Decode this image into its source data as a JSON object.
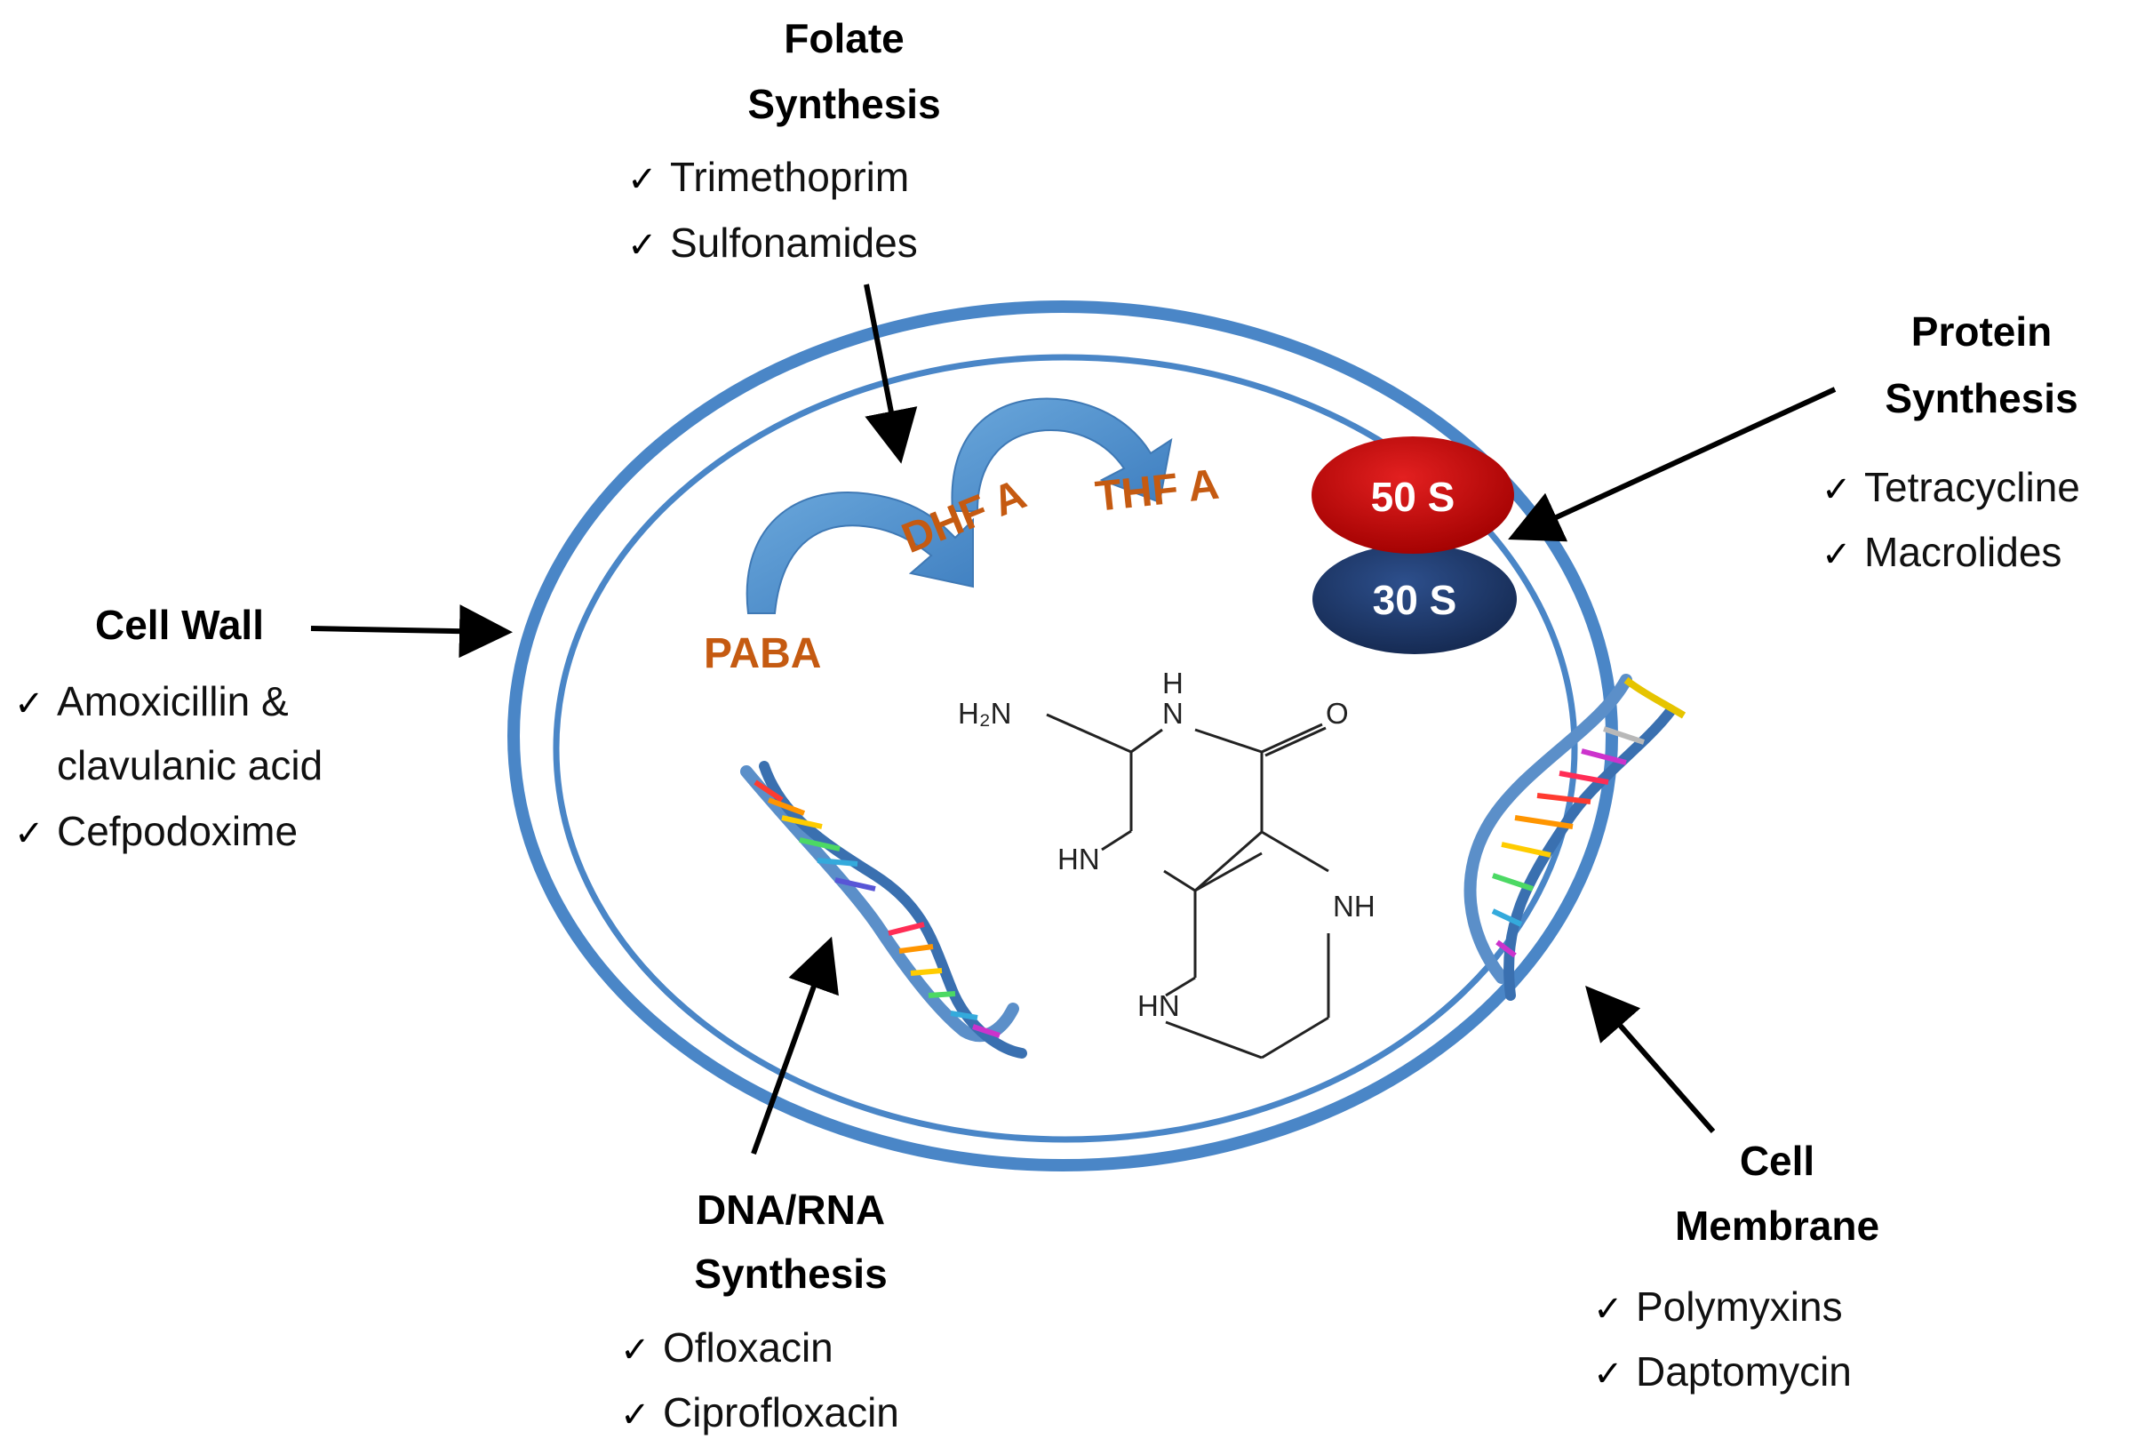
{
  "folate": {
    "title_line1": "Folate",
    "title_line2": "Synthesis",
    "drugs": [
      "Trimethoprim",
      "Sulfonamides"
    ]
  },
  "protein": {
    "title_line1": "Protein",
    "title_line2": "Synthesis",
    "drugs": [
      "Tetracycline",
      "Macrolides"
    ]
  },
  "cell_wall": {
    "title": "Cell Wall",
    "drugs": [
      "Amoxicillin &",
      "clavulanic acid",
      "Cefpodoxime"
    ]
  },
  "dna_rna": {
    "title_line1": "DNA/RNA",
    "title_line2": "Synthesis",
    "drugs": [
      "Ofloxacin",
      "Ciprofloxacin"
    ]
  },
  "membrane": {
    "title_line1": "Cell",
    "title_line2": "Membrane",
    "drugs": [
      "Polymyxins",
      "Daptomycin"
    ]
  },
  "pathway": {
    "paba": "PABA",
    "dhfa": "DHF A",
    "thfa": "THF A"
  },
  "ribosome": {
    "large": "50 S",
    "small": "30 S"
  },
  "molecule": {
    "h2n": "H₂N",
    "n_top": "N",
    "h_top": "H",
    "o": "O",
    "hn_left": "HN",
    "nh_right": "NH",
    "hn_bottom": "HN"
  },
  "check_mark": "✓",
  "colors": {
    "cell_ring": "#4a86c7",
    "pathway_arrow": "#4f8fce",
    "pathway_text": "#c55a11",
    "ribosome_50s": "#c00000",
    "ribosome_30s": "#1f3864"
  }
}
